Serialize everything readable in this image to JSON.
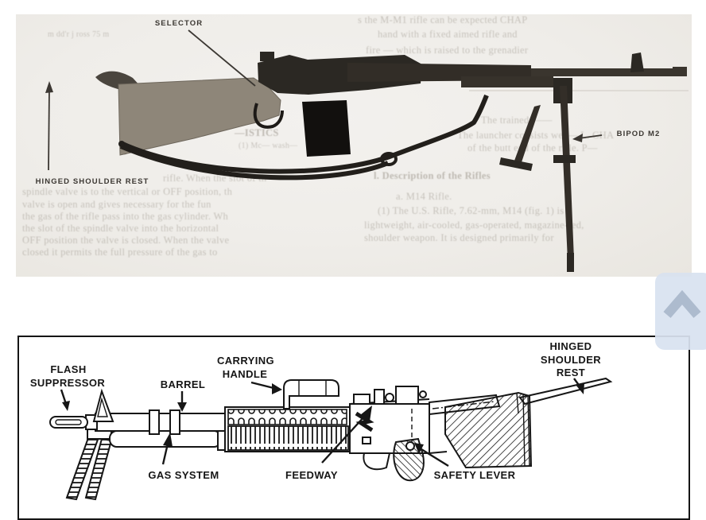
{
  "colors": {
    "page_bg": "#ffffff",
    "paper": "#f0eeea",
    "photo_ink": "#2b2823",
    "photo_stock": "#8e8679",
    "photo_label_ink": "#3b3732",
    "ghost_ink": "#8d867b",
    "diagram_ink": "#161616",
    "button_bg": "#d9e2f0",
    "button_icon": "#a7b6cb"
  },
  "photo_figure": {
    "description": "Scanned photograph of M14 rifle with bipod, labels overprinted",
    "labels": {
      "selector": "SELECTOR",
      "hinged_shoulder_rest": "HINGED SHOULDER REST",
      "bipod": "BIPOD M2"
    },
    "ghost_lines": [
      "m dd'r j      ross 75 m",
      "s the M-M1 rifle can be expected         CHAP",
      "hand with a fixed aimed rifle and",
      "fire — which is raised to the grenadier",
      "The trained ——",
      "The launcher consists wea—  L. CHA",
      "of the butt end of the rifle.  P—",
      "l. Description of the Rifles",
      "a. M14 Rifle.",
      "(1) The U.S. Rifle, 7.62-mm, M14 (fig. 1) is a",
      "lightweight, air-cooled, gas-operated, magazine-fed,",
      "shoulder weapon. It is designed primarily for",
      "—ISTICS",
      "(1) Mc— wash—",
      "rifle.   When the slot of th",
      "spindle valve is to the vertical or OFF position, th",
      "valve is open and gives necessary for the fun",
      "the gas of the rifle pass into the gas cylinder. Wh",
      "the slot of the spindle valve into the horizontal",
      "OFF position the valve is closed. When the valve",
      "closed it permits the full pressure of the gas to"
    ]
  },
  "diagram_figure": {
    "description": "Line drawing of M60 machine gun with part labels",
    "labels": {
      "flash_line1": "FLASH",
      "flash_line2": "SUPPRESSOR",
      "barrel": "BARREL",
      "carrying_line1": "CARRYING",
      "carrying_line2": "HANDLE",
      "gas_system": "GAS SYSTEM",
      "feedway": "FEEDWAY",
      "safety_lever": "SAFETY LEVER",
      "hsr_line1": "HINGED",
      "hsr_line2": "SHOULDER",
      "hsr_line3": "REST"
    }
  },
  "scroll_top_button": {
    "icon": "chevron-up"
  }
}
